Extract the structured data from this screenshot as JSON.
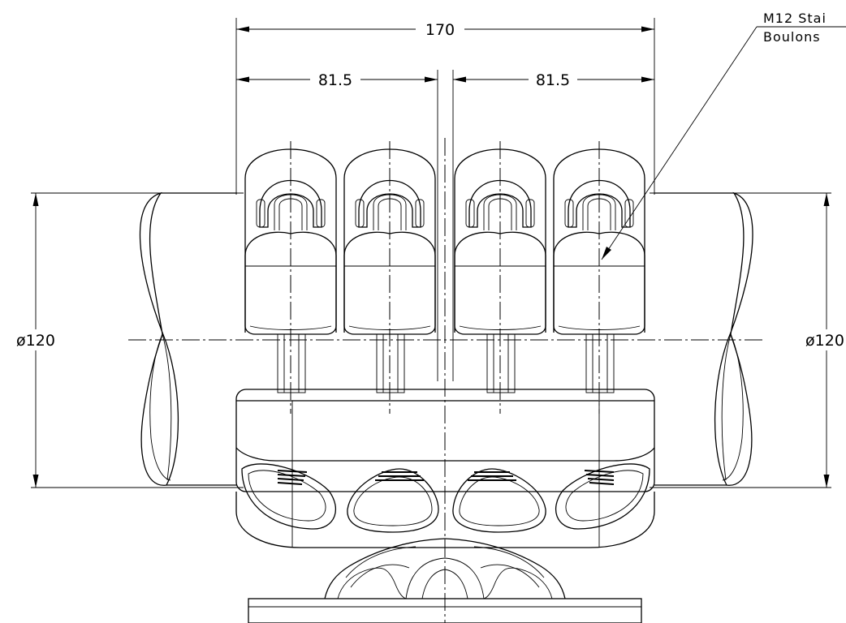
{
  "dimensions": {
    "overall_width": "170",
    "left_half_width": "81.5",
    "right_half_width": "81.5",
    "left_diameter": "ø120",
    "right_diameter": "ø120"
  },
  "note": {
    "line1": "M12 Stai",
    "line2": "Boulons"
  }
}
